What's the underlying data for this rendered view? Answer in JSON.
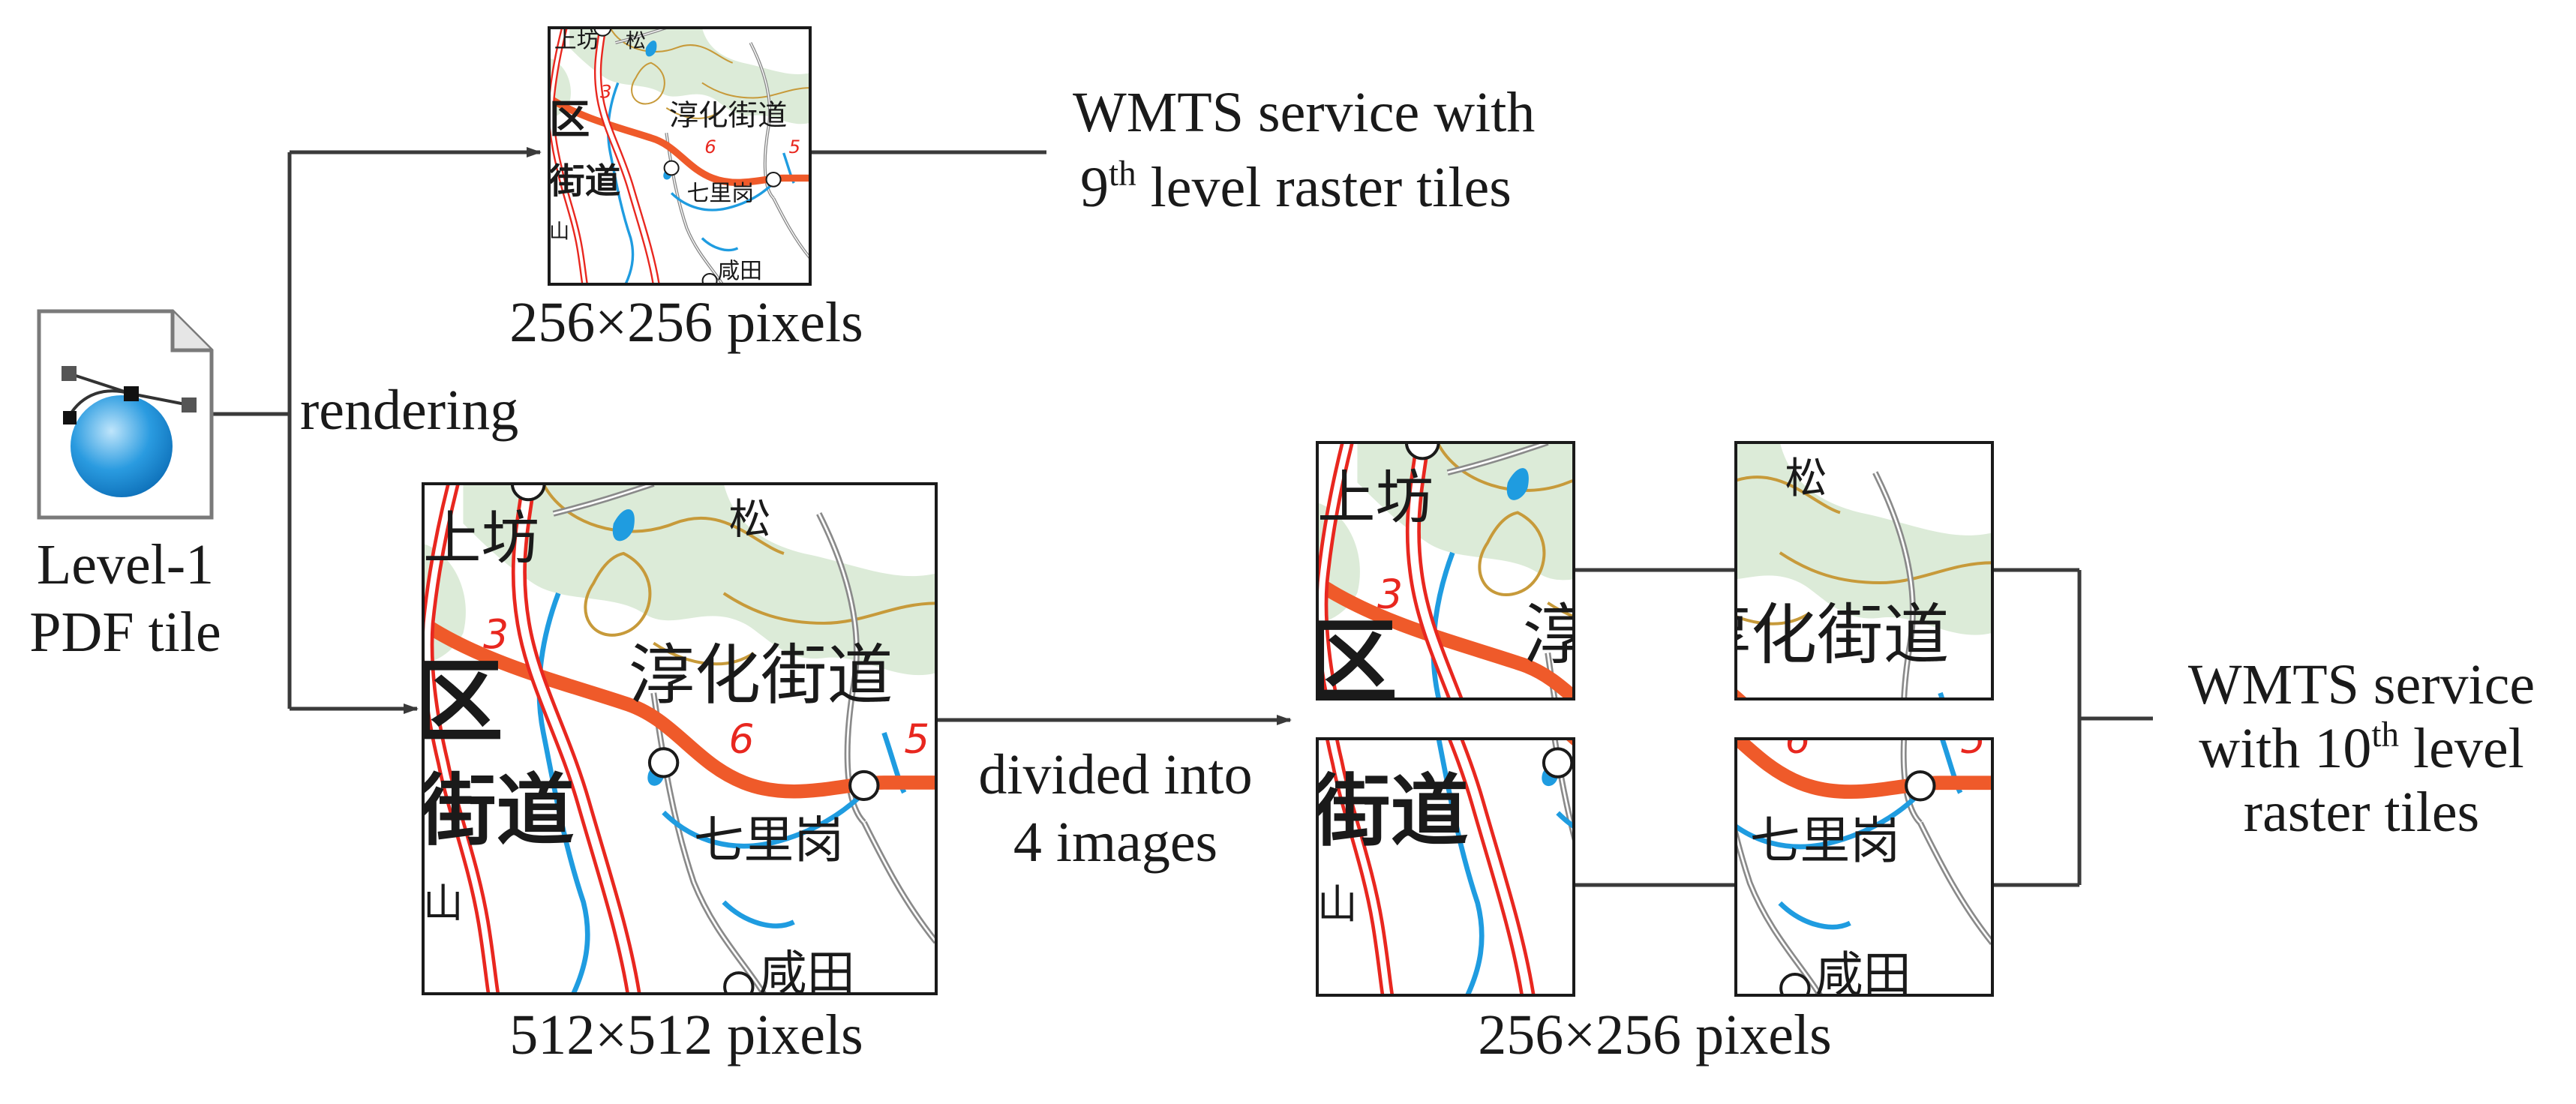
{
  "pdf_tile": {
    "label_line1": "Level-1",
    "label_line2": "PDF tile"
  },
  "edges": {
    "rendering": "rendering",
    "divided_line1": "divided into",
    "divided_line2": "4 images"
  },
  "level9": {
    "size_label": "256×256 pixels",
    "service_line1": "WMTS service with",
    "service_line2_sup": "th",
    "service_line2_prefix": "9",
    "service_line2_rest": " level raster tiles"
  },
  "level10_source": {
    "size_label": "512×512 pixels"
  },
  "level10_tiles": {
    "size_label": "256×256 pixels"
  },
  "level10": {
    "service_line1": "WMTS service",
    "service_line2_prefix": "with 10",
    "service_line2_sup": "th",
    "service_line2_rest": " level",
    "service_line3": "raster tiles"
  },
  "map": {
    "place_top_left": "上坊",
    "place_pine": "松",
    "place_district": "区",
    "place_district_prefix": "#",
    "place_street": "淳化街道",
    "place_street_left": "街道",
    "place_mountain": "山",
    "place_qiligang": "七里岗",
    "place_xiantian": "咸田",
    "route_3": "3",
    "route_5": "5",
    "route_6": "6"
  },
  "colors": {
    "arrow": "#3a3a3a",
    "road_red": "#e8271f",
    "road_orange": "#ef5a2a",
    "river_blue": "#1f9ce0",
    "green_area": "#dcebd8",
    "contour": "#c79a3a",
    "gray_road": "#8a8a8a",
    "pdf_blue": "#1e8fd6"
  }
}
